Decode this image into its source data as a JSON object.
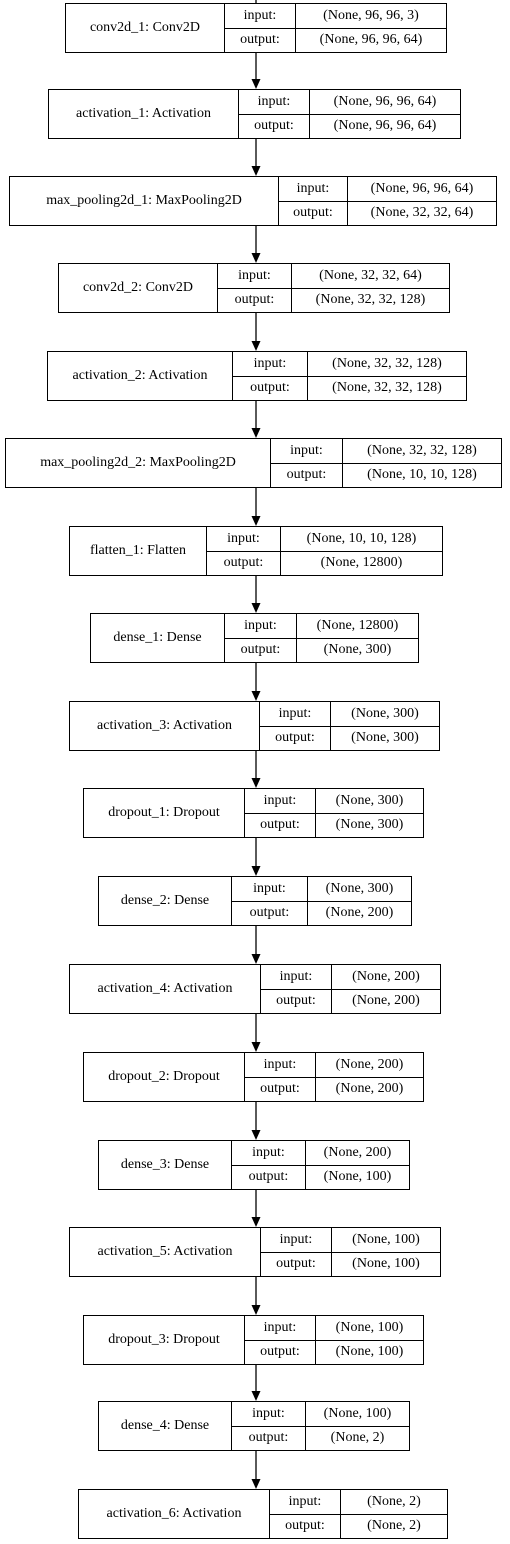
{
  "labels": {
    "input": "input:",
    "output": "output:"
  },
  "layers": [
    {
      "name": "conv2d_1: Conv2D",
      "input": "(None, 96, 96, 3)",
      "output": "(None, 96, 96, 64)"
    },
    {
      "name": "activation_1: Activation",
      "input": "(None, 96, 96, 64)",
      "output": "(None, 96, 96, 64)"
    },
    {
      "name": "max_pooling2d_1: MaxPooling2D",
      "input": "(None, 96, 96, 64)",
      "output": "(None, 32, 32, 64)"
    },
    {
      "name": "conv2d_2: Conv2D",
      "input": "(None, 32, 32, 64)",
      "output": "(None, 32, 32, 128)"
    },
    {
      "name": "activation_2: Activation",
      "input": "(None, 32, 32, 128)",
      "output": "(None, 32, 32, 128)"
    },
    {
      "name": "max_pooling2d_2: MaxPooling2D",
      "input": "(None, 32, 32, 128)",
      "output": "(None, 10, 10, 128)"
    },
    {
      "name": "flatten_1: Flatten",
      "input": "(None, 10, 10, 128)",
      "output": "(None, 12800)"
    },
    {
      "name": "dense_1: Dense",
      "input": "(None, 12800)",
      "output": "(None, 300)"
    },
    {
      "name": "activation_3: Activation",
      "input": "(None, 300)",
      "output": "(None, 300)"
    },
    {
      "name": "dropout_1: Dropout",
      "input": "(None, 300)",
      "output": "(None, 300)"
    },
    {
      "name": "dense_2: Dense",
      "input": "(None, 300)",
      "output": "(None, 200)"
    },
    {
      "name": "activation_4: Activation",
      "input": "(None, 200)",
      "output": "(None, 200)"
    },
    {
      "name": "dropout_2: Dropout",
      "input": "(None, 200)",
      "output": "(None, 200)"
    },
    {
      "name": "dense_3: Dense",
      "input": "(None, 200)",
      "output": "(None, 100)"
    },
    {
      "name": "activation_5: Activation",
      "input": "(None, 100)",
      "output": "(None, 100)"
    },
    {
      "name": "dropout_3: Dropout",
      "input": "(None, 100)",
      "output": "(None, 100)"
    },
    {
      "name": "dense_4: Dense",
      "input": "(None, 100)",
      "output": "(None, 2)"
    },
    {
      "name": "activation_6: Activation",
      "input": "(None, 2)",
      "output": "(None, 2)"
    }
  ]
}
